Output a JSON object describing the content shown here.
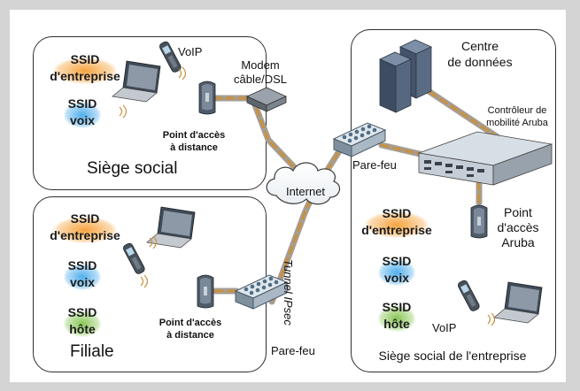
{
  "colors": {
    "background": "#d4d4d4",
    "link_gray": "#a59e97",
    "link_orange": "#c9913f",
    "ssid_orange": "#f59a2a",
    "ssid_blue": "#3ea6ea",
    "ssid_green": "#7cc043"
  },
  "zones": {
    "hq": {
      "title": "Siège social",
      "ssid_enterprise": [
        "SSID",
        "d'entreprise"
      ],
      "ssid_voice": [
        "SSID",
        "voix"
      ],
      "voip": "VoIP",
      "modem": [
        "Modem",
        "câble/DSL"
      ],
      "remote_ap": [
        "Point d'accès",
        "à distance"
      ]
    },
    "branch": {
      "title": "Filiale",
      "ssid_enterprise": [
        "SSID",
        "d'entreprise"
      ],
      "ssid_voice": [
        "SSID",
        "voix"
      ],
      "ssid_guest": [
        "SSID",
        "hôte"
      ],
      "remote_ap": [
        "Point d'accès",
        "à distance"
      ],
      "firewall": "Pare-feu"
    },
    "corporate": {
      "title": "Siège social de l'entreprise",
      "datacenter": [
        "Centre",
        "de données"
      ],
      "controller": [
        "Contrôleur de",
        "mobilité Aruba"
      ],
      "firewall": "Pare-feu",
      "aruba_ap": [
        "Point",
        "d'accès",
        "Aruba"
      ],
      "ssid_enterprise": [
        "SSID",
        "d'entreprise"
      ],
      "ssid_voice": [
        "SSID",
        "voix"
      ],
      "ssid_guest": [
        "SSID",
        "hôte"
      ],
      "voip": "VoIP"
    }
  },
  "internet": "Internet",
  "tunnel": "Tunnel IPsec",
  "icons": [
    "laptop-icon",
    "phone-icon",
    "access-point-icon",
    "modem-icon",
    "firewall-icon",
    "server-icon",
    "controller-icon",
    "cloud-icon"
  ]
}
